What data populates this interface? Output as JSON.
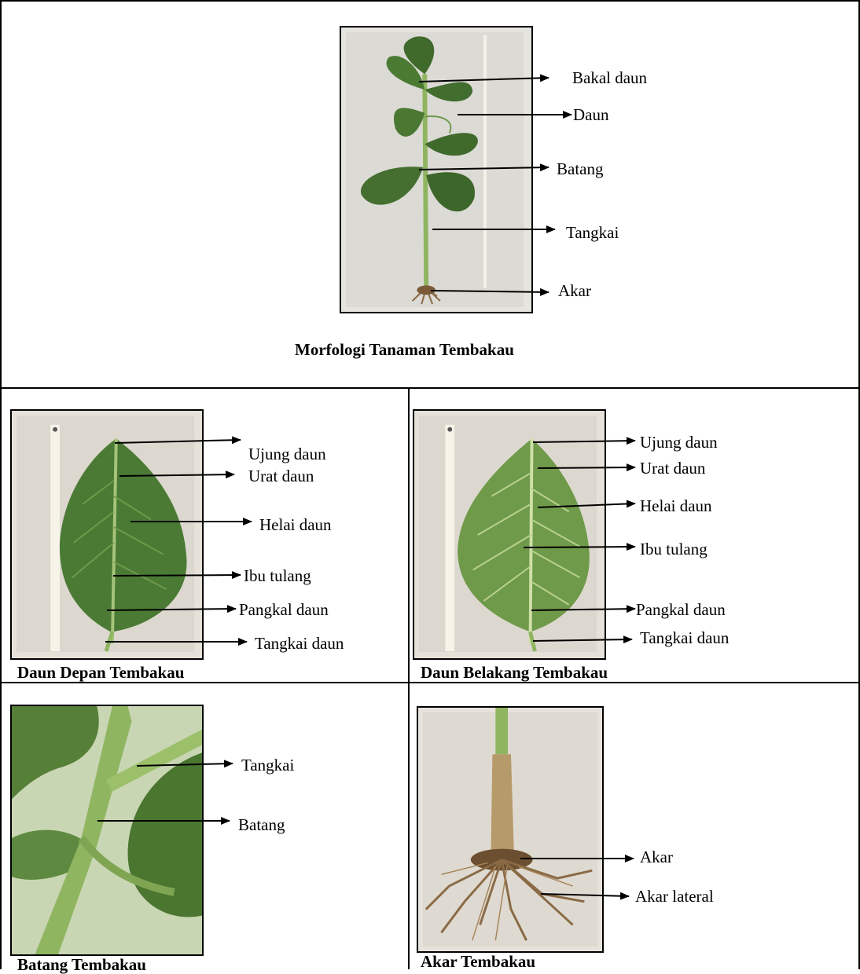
{
  "top_panel": {
    "caption": "Morfologi Tanaman Tembakau",
    "labels": [
      "Bakal daun",
      "Daun",
      "Batang",
      "Tangkai",
      "Akar"
    ]
  },
  "leaf_front_panel": {
    "caption": "Daun Depan Tembakau",
    "labels": [
      "Ujung daun",
      "Urat daun",
      "Helai daun",
      "Ibu tulang",
      "Pangkal daun",
      "Tangkai daun"
    ]
  },
  "leaf_back_panel": {
    "caption": "Daun Belakang Tembakau",
    "labels": [
      "Ujung daun",
      "Urat daun",
      "Helai daun",
      "Ibu tulang",
      "Pangkal daun",
      "Tangkai daun"
    ]
  },
  "stem_panel": {
    "caption": "Batang Tembakau",
    "labels": [
      "Tangkai",
      "Batang"
    ]
  },
  "root_panel": {
    "caption": "Akar Tembakau",
    "labels": [
      "Akar",
      "Akar lateral"
    ]
  },
  "colors": {
    "border": "#000000",
    "leaf_dark": "#3f6a2c",
    "leaf_light": "#6f9a4a",
    "stem": "#8fb560",
    "root": "#8a6a45",
    "background_photo": "#e9e7e2"
  }
}
